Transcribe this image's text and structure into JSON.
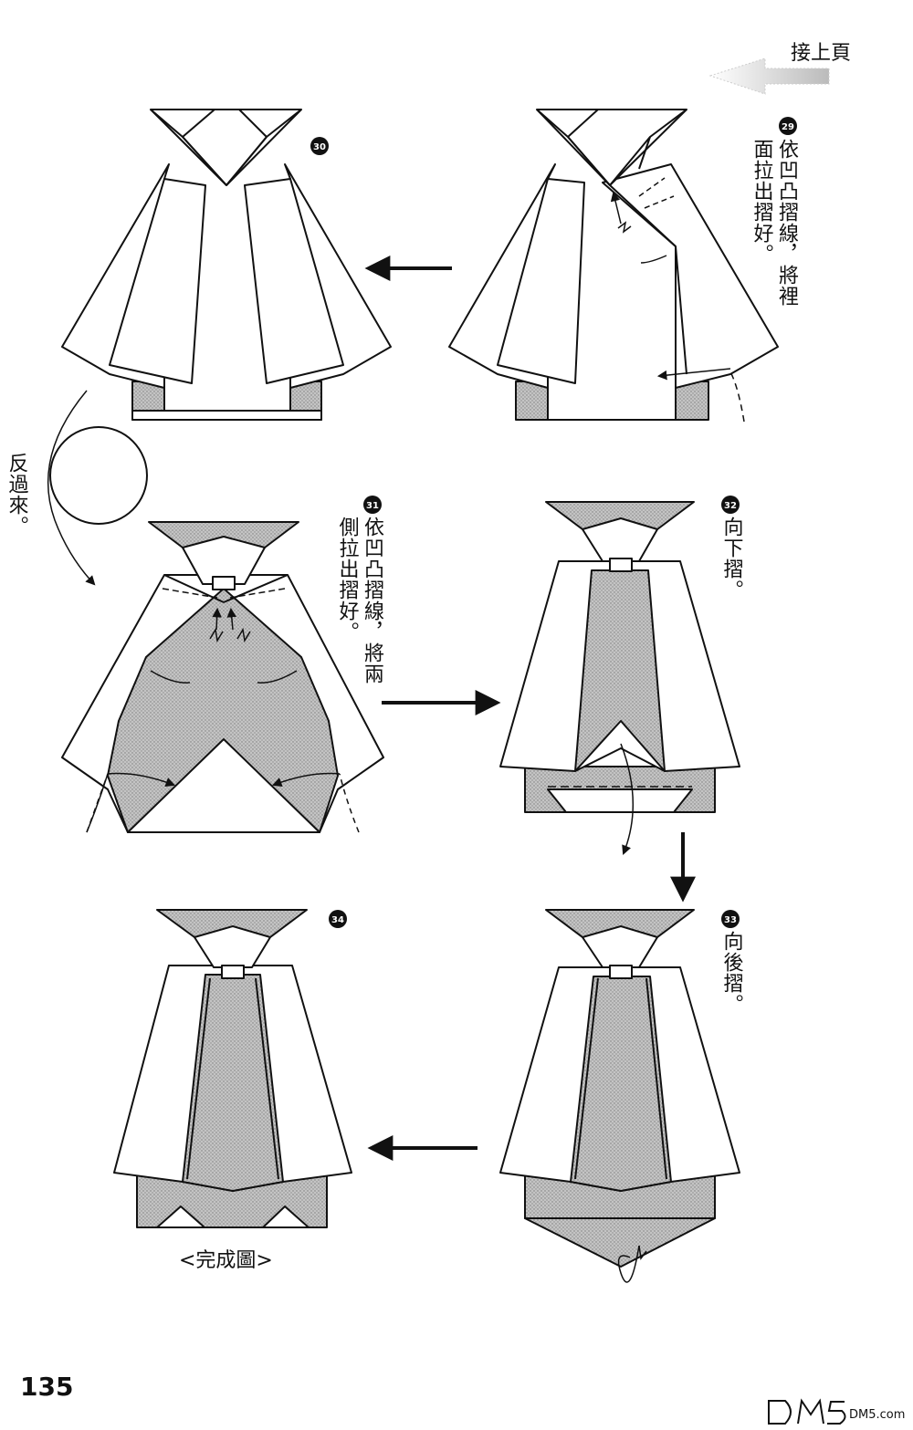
{
  "header": {
    "continue_label": "接上頁"
  },
  "steps": [
    {
      "number": "29",
      "instruction": "依凹凸摺線，將裡面拉出摺好。"
    },
    {
      "number": "30",
      "instruction": ""
    },
    {
      "number": "31",
      "instruction": "依凹凸摺線，將兩側拉出摺好。"
    },
    {
      "number": "32",
      "instruction": "向下摺。"
    },
    {
      "number": "33",
      "instruction": "向後摺。"
    },
    {
      "number": "34",
      "instruction": ""
    }
  ],
  "flip_note": "反過來。",
  "final_caption": "<完成圖>",
  "page_number": "135",
  "watermark": "DM5.com",
  "colors": {
    "shade": "#bdbdbd",
    "line": "#111111",
    "paper": "#ffffff"
  }
}
